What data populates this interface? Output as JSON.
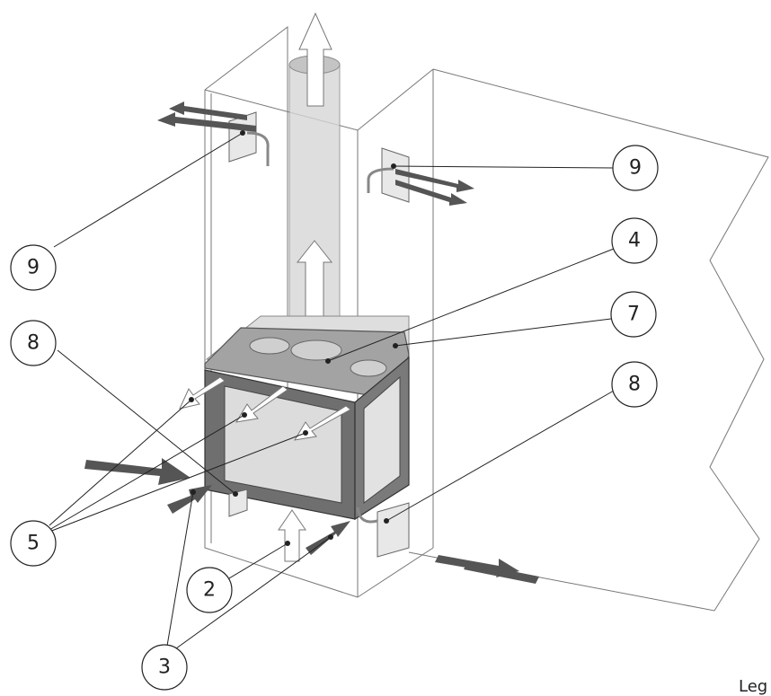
{
  "callouts": [
    {
      "id": "9-left",
      "label": "9"
    },
    {
      "id": "9-right",
      "label": "9"
    },
    {
      "id": "4",
      "label": "4"
    },
    {
      "id": "7",
      "label": "7"
    },
    {
      "id": "8-left",
      "label": "8"
    },
    {
      "id": "8-right",
      "label": "8"
    },
    {
      "id": "5",
      "label": "5"
    },
    {
      "id": "2",
      "label": "2"
    },
    {
      "id": "3",
      "label": "3"
    }
  ],
  "corner_text": "Leg",
  "colors": {
    "line": "#222222",
    "wall": "#777777",
    "flue": "#cfcfcf",
    "stove_body": "#6f6f6f",
    "stove_top": "#9a9a9a",
    "arrow_dark": "#555555",
    "arrow_light": "#ffffff"
  }
}
